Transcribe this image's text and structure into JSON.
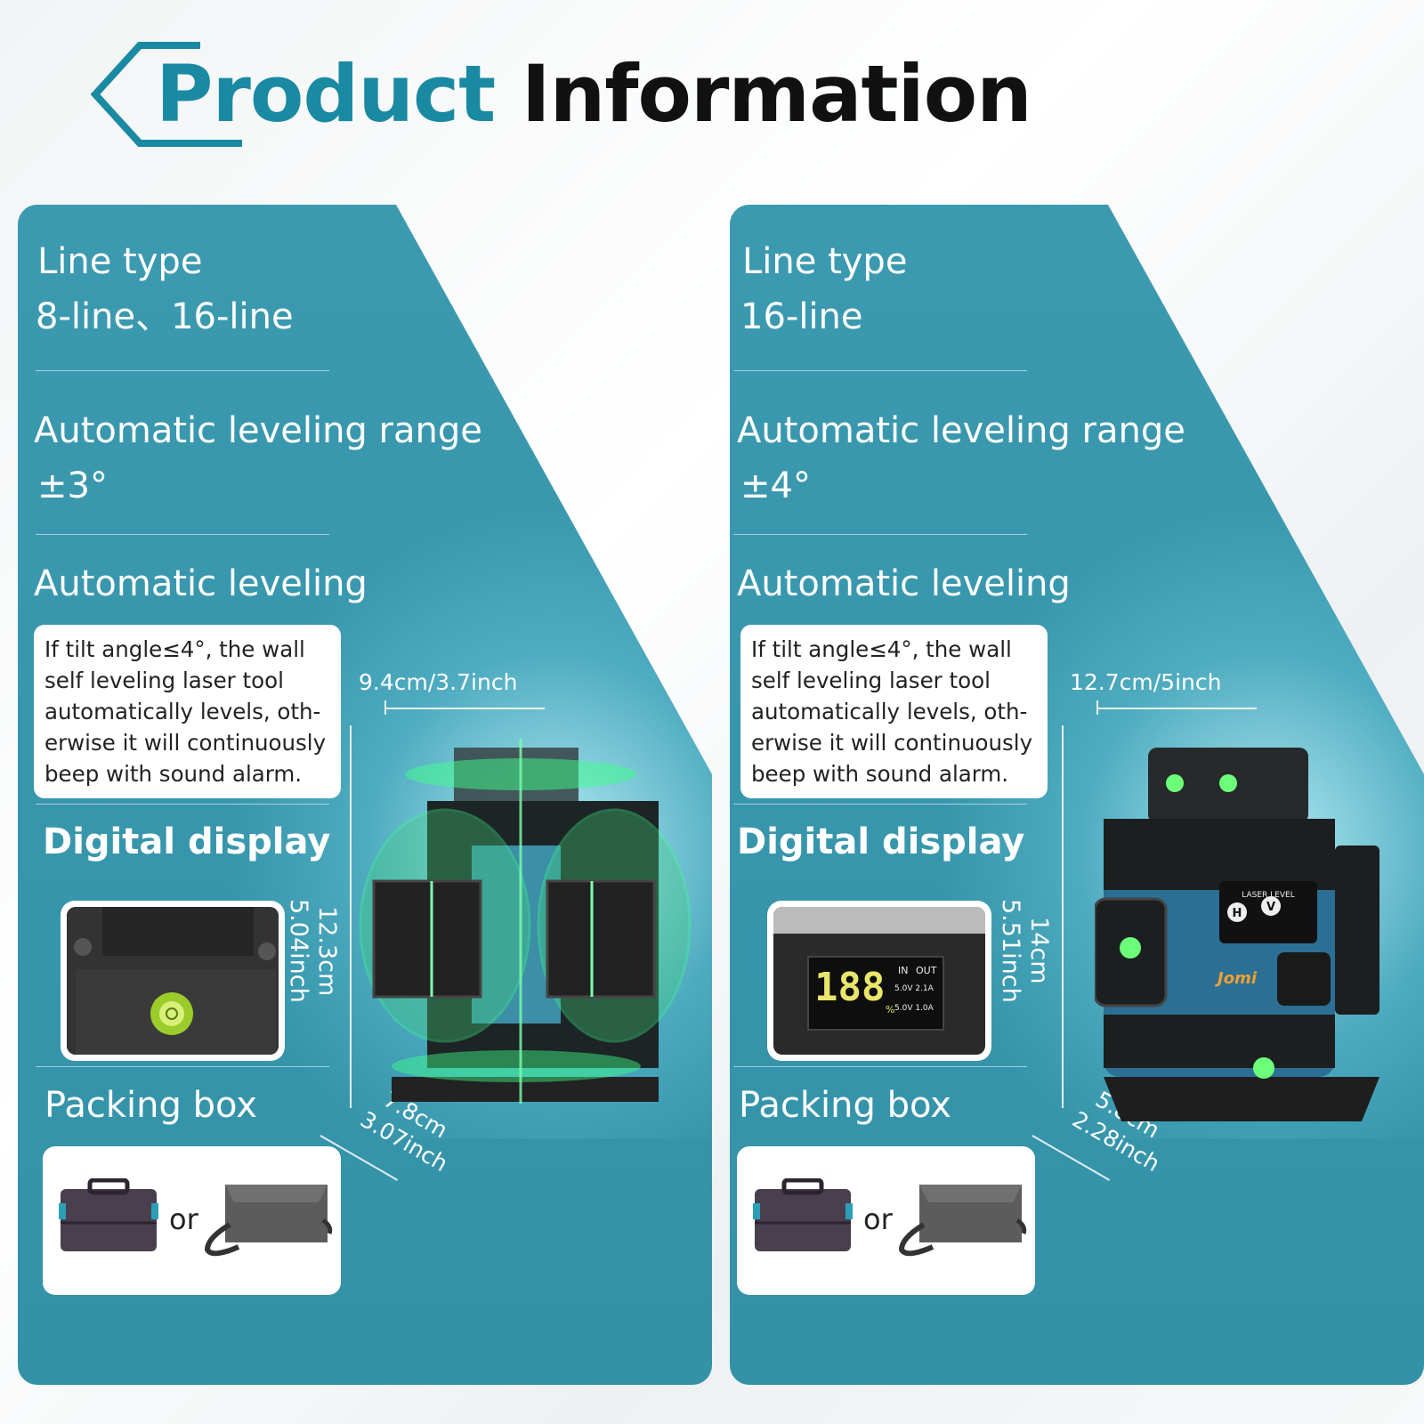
{
  "header": {
    "title_part1": "Product",
    "title_part2": "Information",
    "accent_color": "#1a8aa3"
  },
  "panels": [
    {
      "line_type_label": "Line type",
      "line_type_value": "8-line、16-line",
      "range_label": "Automatic leveling range",
      "range_value": "±3°",
      "auto_level_label": "Automatic leveling",
      "note_lines": [
        "If tilt angle≤4°, the wall",
        "self leveling laser tool",
        "automatically levels, oth-",
        "erwise it will continuously",
        "beep with sound alarm."
      ],
      "display_label": "Digital display",
      "packing_label": "Packing box",
      "or_text": "or",
      "width_dim": "9.4cm/3.7inch",
      "height_dim_cm": "12.3cm",
      "height_dim_in": "5.04inch",
      "depth_dim_cm": "7.8cm",
      "depth_dim_in": "3.07inch",
      "display_icon": "bubble-vial-icon"
    },
    {
      "line_type_label": "Line type",
      "line_type_value": "16-line",
      "range_label": "Automatic leveling range",
      "range_value": "±4°",
      "auto_level_label": "Automatic leveling",
      "note_lines": [
        "If tilt angle≤4°, the wall",
        "self leveling laser tool",
        "automatically levels, oth-",
        "erwise it will continuously",
        "beep with sound alarm."
      ],
      "display_label": "Digital display",
      "packing_label": "Packing box",
      "or_text": "or",
      "width_dim": "12.7cm/5inch",
      "height_dim_cm": "14cm",
      "height_dim_in": "5.51inch",
      "depth_dim_cm": "5.8cm",
      "depth_dim_in": "2.28inch",
      "display_digits": "188",
      "display_in": "IN",
      "display_out": "OUT",
      "display_v1": "5.0V 2.1A",
      "display_v2": "5.0V 1.0A",
      "display_pct": "%",
      "device_brand": "Jomi",
      "device_model": "LASER LEVEL",
      "device_h": "H",
      "device_v": "V"
    }
  ]
}
